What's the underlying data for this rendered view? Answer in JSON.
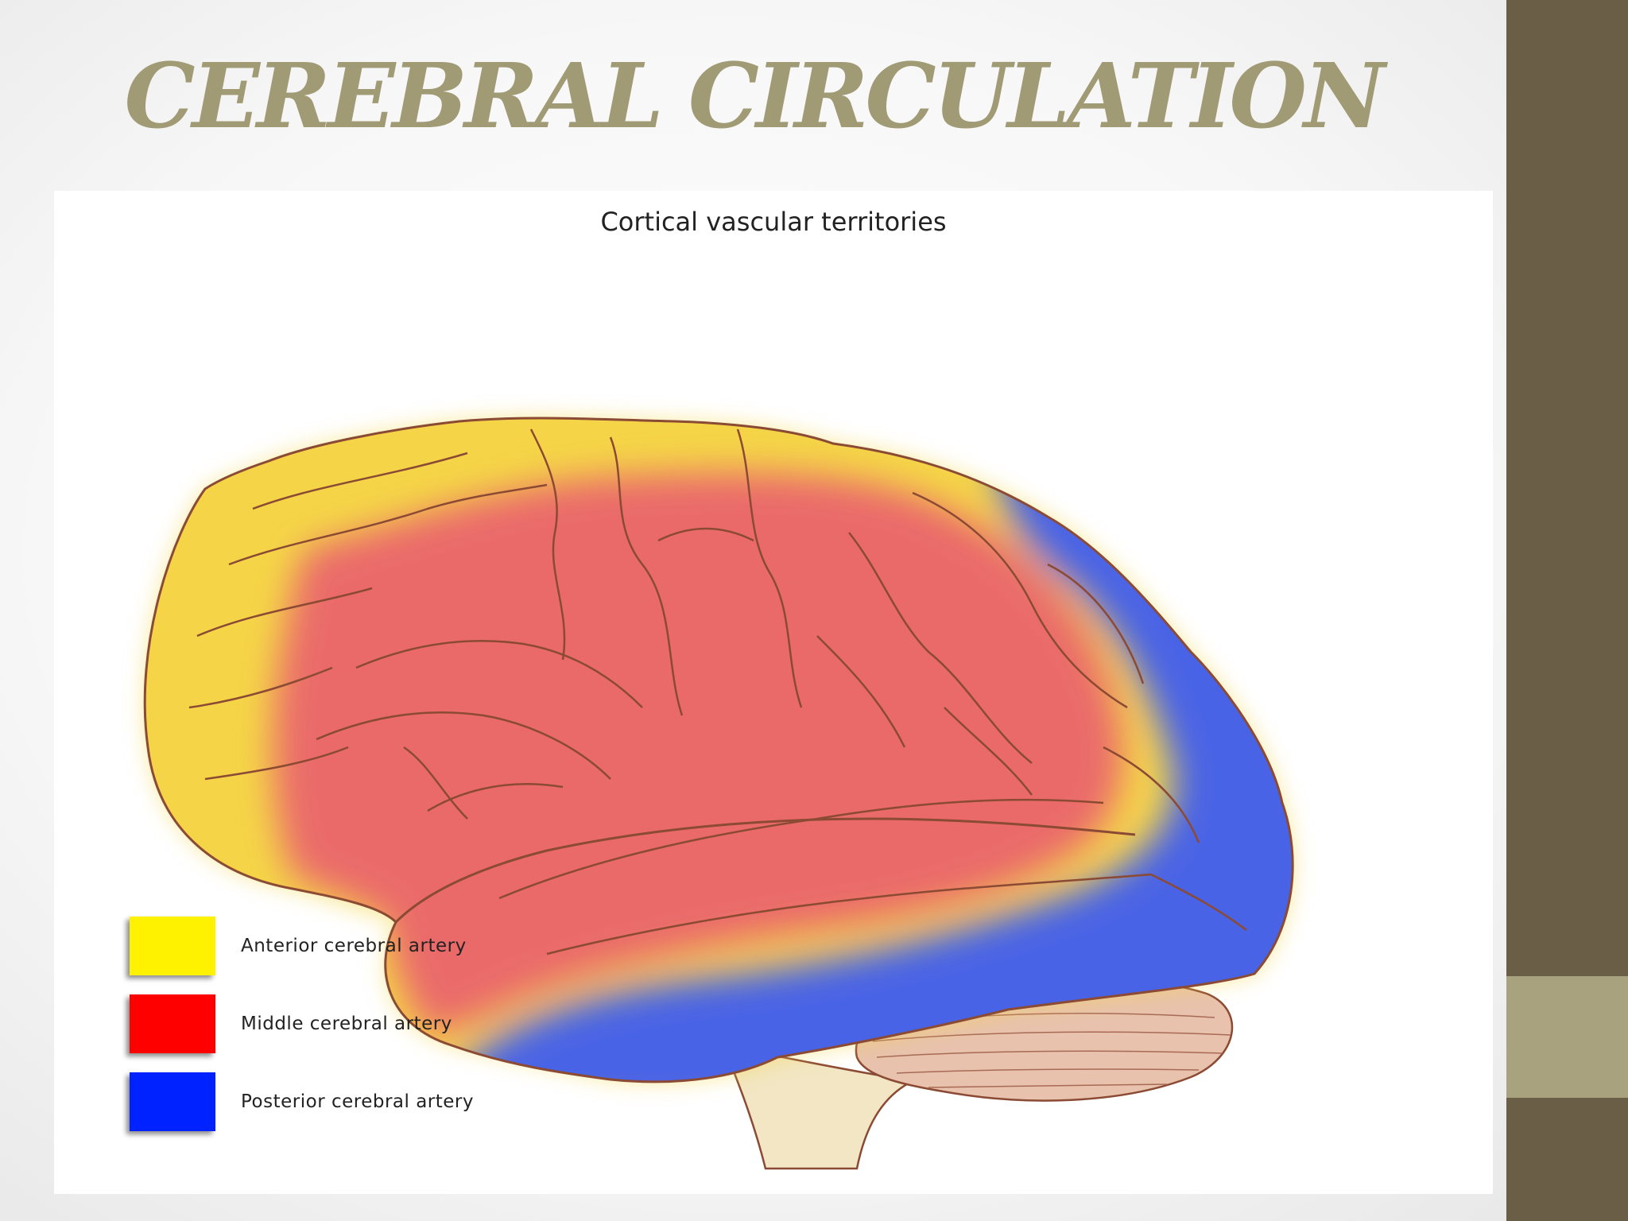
{
  "slide": {
    "title": "CEREBRAL CIRCULATION",
    "title_color": "#a09a75",
    "sidebar_color": "#6b5e46",
    "sidebar_accent_color": "#a8a27e"
  },
  "diagram": {
    "title": "Cortical vascular territories",
    "outline_color": "#8b4a33",
    "legend": [
      {
        "label": "Anterior cerebral artery",
        "color": "#fff200"
      },
      {
        "label": "Middle cerebral artery",
        "color": "#ff0000"
      },
      {
        "label": "Posterior cerebral artery",
        "color": "#0022ff"
      }
    ],
    "territory_colors": {
      "anterior": "#f5d547",
      "middle": "#ea6b6b",
      "posterior": "#4a64e6",
      "cerebellum": "#e8c2ad",
      "brainstem": "#f2e6c4"
    }
  }
}
